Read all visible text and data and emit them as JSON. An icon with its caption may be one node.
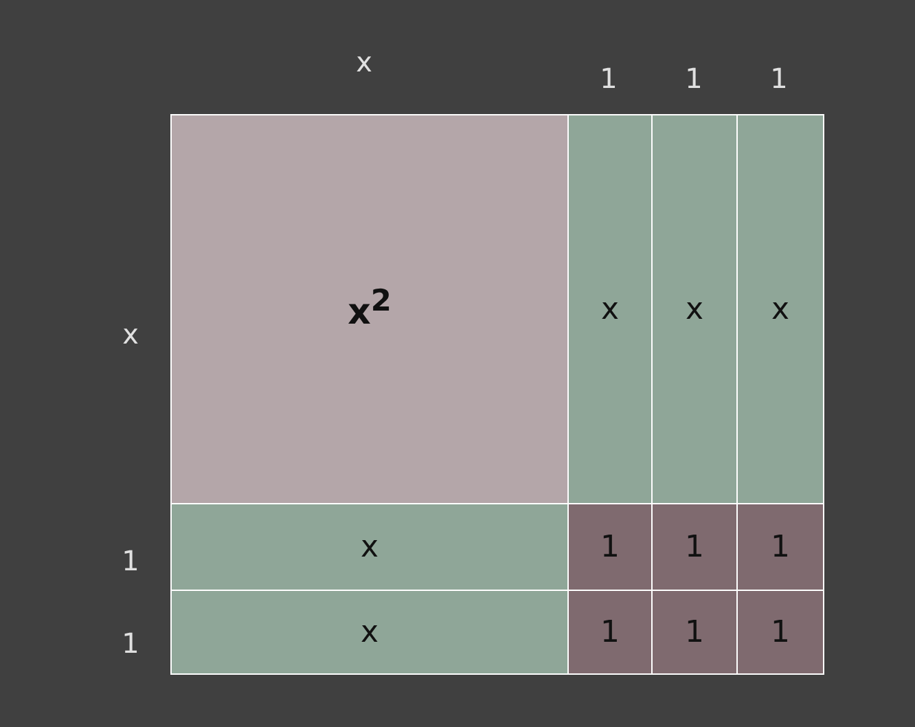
{
  "diagram": {
    "nodes": [
      {
        "text": [
          "x$^{2}$"
        ]
      },
      {
        "text": [
          "x"
        ]
      },
      {
        "text": [
          "x"
        ]
      },
      {
        "text": [
          "x"
        ]
      },
      {
        "text": [
          "x"
        ]
      },
      {
        "text": [
          "1"
        ]
      },
      {
        "text": [
          "1"
        ]
      },
      {
        "text": [
          "1"
        ]
      },
      {
        "text": [
          "x"
        ]
      },
      {
        "text": [
          "1"
        ]
      },
      {
        "text": [
          "1"
        ]
      },
      {
        "text": [
          "1"
        ]
      }
    ],
    "edges": [],
    "labels": [
      "x",
      "1",
      "1",
      "1",
      "x",
      "1",
      "1"
    ]
  }
}
